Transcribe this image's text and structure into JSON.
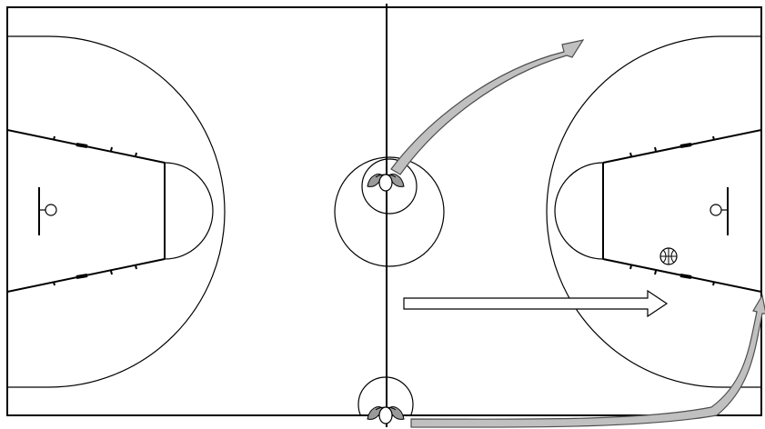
{
  "diagram": {
    "subject": "basketball-court-play",
    "colors": {
      "court_line": "#000000",
      "court_fill": "#ffffff",
      "arrow_fill": "#c0c0c0",
      "arrow_outline": "#4d4d4d",
      "pass_arrow_fill": "#ffffff",
      "player_fill": "#ffffff",
      "player_shadow": "#9a9a9a"
    },
    "elements": {
      "players": [
        {
          "name": "player-center-circle",
          "icon": "player-icon"
        },
        {
          "name": "player-baseline",
          "icon": "player-icon"
        }
      ],
      "ball": {
        "icon": "basketball-icon"
      },
      "movement_arrows": [
        {
          "name": "cut-arrow-upper",
          "style": "curved-shaded"
        },
        {
          "name": "cut-arrow-lower",
          "style": "curved-shaded"
        }
      ],
      "pass_arrow": {
        "name": "straight-hollow-arrow",
        "direction": "right"
      }
    }
  }
}
